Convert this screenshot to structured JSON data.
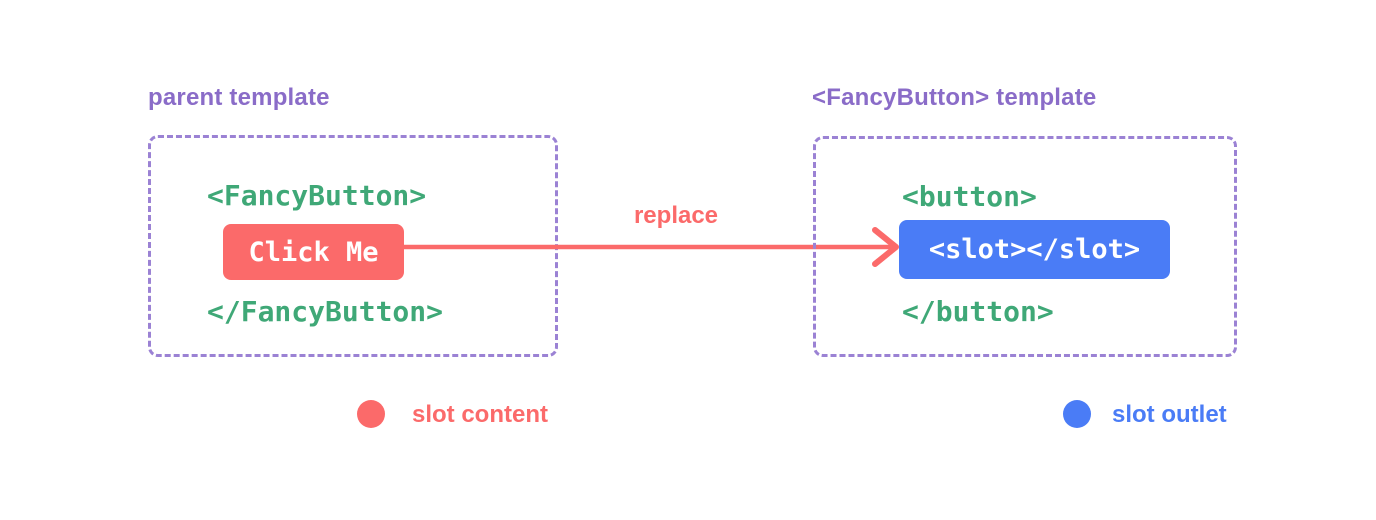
{
  "colors": {
    "background": "#ffffff",
    "red": "#fb6a6a",
    "blue": "#4a7cf6",
    "green": "#3fa877",
    "purple": "#8a6cc8",
    "purple_border": "#9b82d4",
    "white": "#ffffff"
  },
  "parent_panel": {
    "title": "parent template",
    "open_tag": "<FancyButton>",
    "slot_content_label": "Click Me",
    "close_tag": "</FancyButton>"
  },
  "fancy_button_panel": {
    "title": "<FancyButton> template",
    "open_tag": "<button>",
    "slot_outlet_label": "<slot></slot>",
    "close_tag": "</button>"
  },
  "arrow": {
    "label": "replace"
  },
  "legend": {
    "slot_content_label": "slot content",
    "slot_outlet_label": "slot outlet"
  }
}
